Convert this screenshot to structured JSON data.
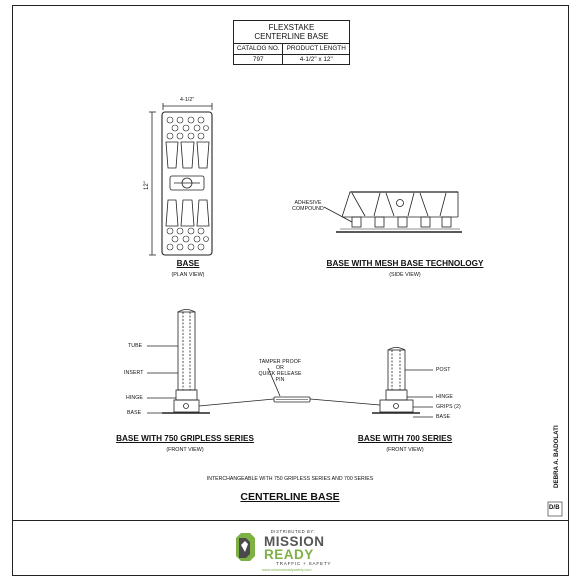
{
  "title_block": {
    "title_line1": "FLEXSTAKE",
    "title_line2": "CENTERLINE BASE",
    "col1_header": "CATALOG NO.",
    "col2_header": "PRODUCT LENGTH",
    "catalog_no": "797",
    "product_length": "4-1/2\" x 12\""
  },
  "plan_view": {
    "width_dim": "4-1/2\"",
    "length_dim": "12\"",
    "caption": "BASE",
    "sub": "(PLAN VIEW)"
  },
  "side_view": {
    "adhesive_label": "ADHESIVE COMPOUND",
    "caption": "BASE WITH MESH BASE TECHNOLOGY",
    "sub": "(SIDE VIEW)"
  },
  "front_750": {
    "labels": [
      "TUBE",
      "INSERT",
      "HINGE",
      "BASE"
    ],
    "caption": "BASE WITH 750 GRIPLESS SERIES",
    "sub": "(FRONT VIEW)"
  },
  "pin": {
    "line1": "TAMPER PROOF",
    "line2": "OR",
    "line3": "QUICK RELEASE",
    "line4": "PIN"
  },
  "front_700": {
    "labels": [
      "POST",
      "HINGE",
      "GRIPS (2)",
      "BASE"
    ],
    "caption": "BASE WITH 700 SERIES",
    "sub": "(FRONT VIEW)"
  },
  "note": "INTERCHANGEABLE WITH 750 GRIPLESS SERIES AND 700 SERIES",
  "main_title": "CENTERLINE BASE",
  "designer": "DEBRA A. BADOLATI",
  "monogram": "D/B",
  "footer": {
    "distributed_by": "DISTRIBUTED BY:",
    "brand_line1": "MISSION",
    "brand_line2": "READY",
    "tagline": "TRAFFIC + SAFETY",
    "url": "www.missionreadysafety.com",
    "accent_color": "#7db144",
    "brand_gray": "#555555"
  }
}
